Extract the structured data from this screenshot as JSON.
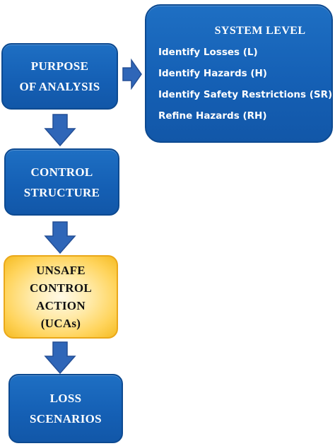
{
  "purpose": {
    "lines": [
      "PURPOSE",
      "OF ANALYSIS"
    ]
  },
  "system_level": {
    "title": "SYSTEM LEVEL",
    "items": [
      "Identify Losses (L)",
      "Identify Hazards (H)",
      "Identify Safety Restrictions (SR)",
      "Refine Hazards (RH)"
    ]
  },
  "control_structure": {
    "lines": [
      "CONTROL",
      "STRUCTURE"
    ]
  },
  "uca": {
    "lines": [
      "UNSAFE",
      "CONTROL",
      "ACTION",
      "(UCAs)"
    ]
  },
  "loss_scenarios": {
    "lines": [
      "LOSS",
      "SCENARIOS"
    ]
  },
  "colors": {
    "box_blue": "#1560b5",
    "box_border": "#0d4a91",
    "arrow_blue": "#2f66b8",
    "uca_gold": "#ffd45c",
    "uca_center": "#fff9e6"
  }
}
